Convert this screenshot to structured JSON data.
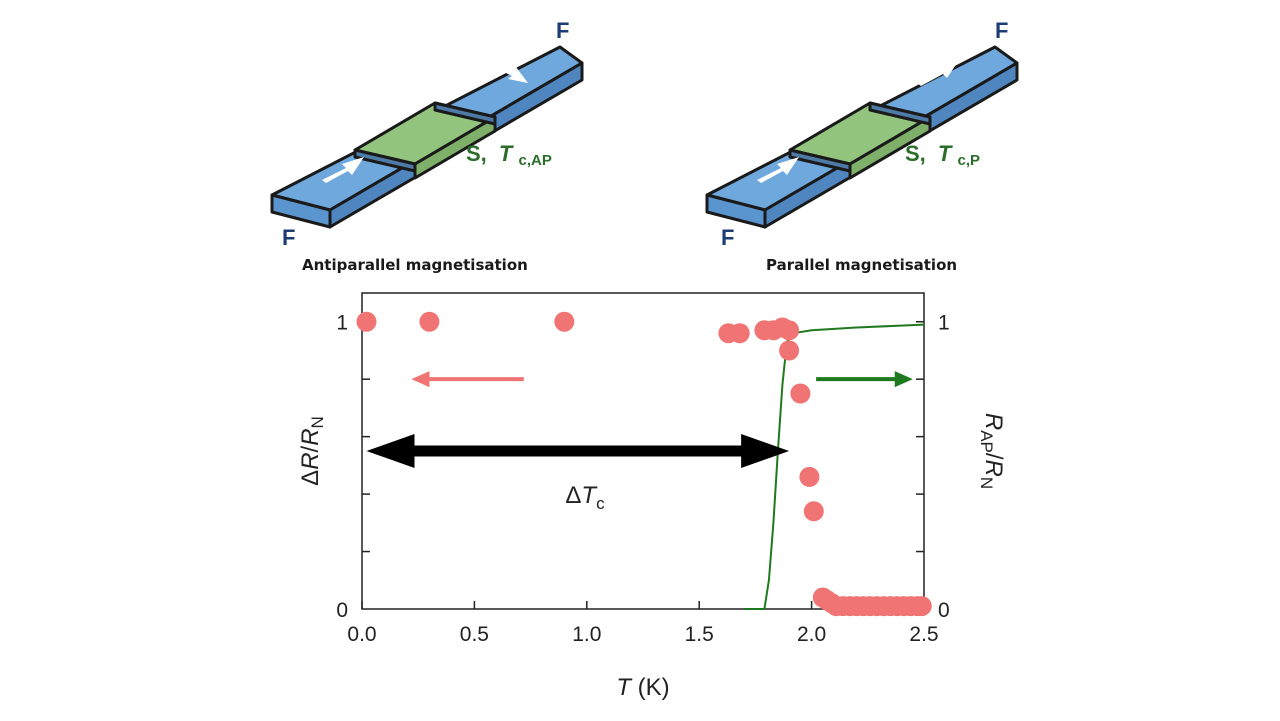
{
  "diagrams": {
    "left": {
      "caption": "Antiparallel magnetisation",
      "f_top": "F",
      "f_bottom": "F",
      "s_prefix": "S,",
      "s_t": "T",
      "s_sub": "c,AP"
    },
    "right": {
      "caption": "Parallel magnetisation",
      "f_top": "F",
      "f_bottom": "F",
      "s_prefix": "S,",
      "s_t": "T",
      "s_sub": "c,P"
    }
  },
  "colors": {
    "ferromagnet": "#6fa8dc",
    "superconductor": "#93c47d",
    "points": "#f07474",
    "curve": "#1f7a1f",
    "arrow_left": "#f07474",
    "arrow_right": "#1f7a1f"
  },
  "chart_data": {
    "type": "scatter",
    "x_label": {
      "italic": "T",
      "rest": " (K)"
    },
    "y_left_label": {
      "delta": "Δ",
      "r1": "R",
      "slash": "/",
      "r2": "R",
      "sub": "N"
    },
    "y_right_label": {
      "r1": "R",
      "sub1": "AP",
      "slash": "/",
      "r2": "R",
      "sub2": "N"
    },
    "annotation": {
      "delta": "Δ",
      "t": "T",
      "sub": "c"
    },
    "xlim": [
      0,
      2.5
    ],
    "ylim": [
      0,
      1.1
    ],
    "x_ticks": [
      "0.0",
      "0.5",
      "1.0",
      "1.5",
      "2.0",
      "2.5"
    ],
    "y_left_ticks": [
      "0",
      "1"
    ],
    "y_right_ticks": [
      "0",
      "1"
    ],
    "series": [
      {
        "kind": "scatter",
        "points": [
          [
            0.02,
            1.0
          ],
          [
            0.3,
            1.0
          ],
          [
            0.9,
            1.0
          ],
          [
            1.63,
            0.96
          ],
          [
            1.68,
            0.96
          ],
          [
            1.79,
            0.97
          ],
          [
            1.83,
            0.97
          ],
          [
            1.87,
            0.98
          ],
          [
            1.9,
            0.97
          ],
          [
            1.9,
            0.9
          ],
          [
            1.95,
            0.75
          ],
          [
            1.99,
            0.46
          ],
          [
            2.01,
            0.34
          ],
          [
            2.05,
            0.04
          ],
          [
            2.07,
            0.03
          ],
          [
            2.09,
            0.02
          ],
          [
            2.11,
            0.01
          ],
          [
            2.14,
            0.01
          ],
          [
            2.17,
            0.01
          ],
          [
            2.2,
            0.01
          ],
          [
            2.23,
            0.01
          ],
          [
            2.26,
            0.01
          ],
          [
            2.29,
            0.01
          ],
          [
            2.32,
            0.01
          ],
          [
            2.35,
            0.01
          ],
          [
            2.38,
            0.01
          ],
          [
            2.41,
            0.01
          ],
          [
            2.44,
            0.01
          ],
          [
            2.47,
            0.01
          ],
          [
            2.49,
            0.01
          ]
        ]
      },
      {
        "kind": "line",
        "points": [
          [
            1.7,
            0.0
          ],
          [
            1.79,
            0.0
          ],
          [
            1.81,
            0.1
          ],
          [
            1.83,
            0.3
          ],
          [
            1.85,
            0.55
          ],
          [
            1.87,
            0.78
          ],
          [
            1.89,
            0.93
          ],
          [
            1.92,
            0.96
          ],
          [
            2.0,
            0.97
          ],
          [
            2.2,
            0.98
          ],
          [
            2.5,
            0.99
          ]
        ]
      }
    ],
    "arrows": [
      {
        "dir": "left",
        "x_from": 0.72,
        "x_to": 0.22,
        "y": 0.8
      },
      {
        "dir": "right",
        "x_from": 2.02,
        "x_to": 2.45,
        "y": 0.8
      }
    ],
    "double_arrow": {
      "x_from": 0.02,
      "x_to": 1.9,
      "y": 0.55
    }
  }
}
